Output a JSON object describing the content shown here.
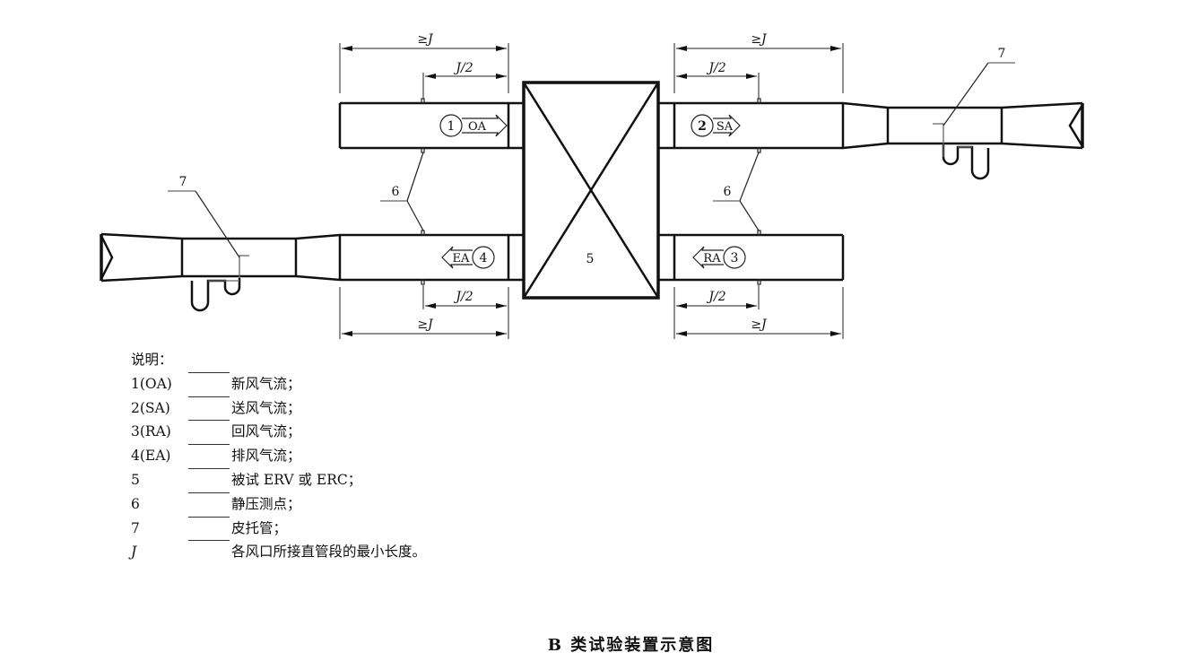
{
  "diagram": {
    "dimensions": {
      "min_length": "≥J",
      "half_length": "J/2"
    },
    "callouts": {
      "static_pressure_point": "6",
      "pitot_tube": "7",
      "unit_under_test": "5"
    },
    "airflows": [
      {
        "num": "1",
        "code": "OA",
        "direction": "right"
      },
      {
        "num": "2",
        "code": "SA",
        "direction": "right"
      },
      {
        "num": "3",
        "code": "RA",
        "direction": "left"
      },
      {
        "num": "4",
        "code": "EA",
        "direction": "left"
      }
    ]
  },
  "legend": {
    "title": "说明：",
    "items": [
      {
        "code": "1(OA)",
        "desc": "新风气流；"
      },
      {
        "code": "2(SA)",
        "desc": "送风气流；"
      },
      {
        "code": "3(RA)",
        "desc": "回风气流；"
      },
      {
        "code": "4(EA)",
        "desc": "排风气流；"
      },
      {
        "code": "5",
        "desc": "被试 ERV 或 ERC；"
      },
      {
        "code": "6",
        "desc": "静压测点；"
      },
      {
        "code": "7",
        "desc": "皮托管；"
      },
      {
        "code": "J",
        "desc": "各风口所接直管段的最小长度。"
      }
    ]
  },
  "caption": "B 类试验装置示意图"
}
